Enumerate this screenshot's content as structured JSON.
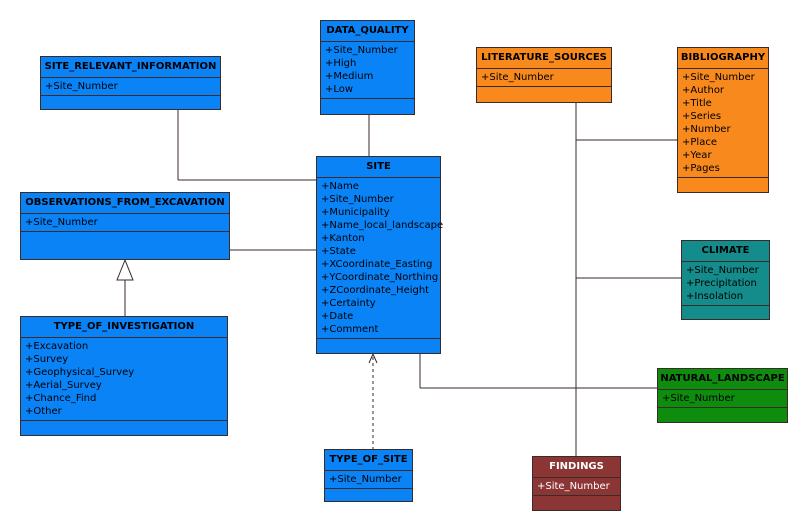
{
  "classes": {
    "site": {
      "name": "SITE",
      "attributes": [
        "+Name",
        "+Site_Number",
        "+Municipality",
        "+Name_local_landscape",
        "+Kanton",
        "+State",
        "+XCoordinate_Easting",
        "+YCoordinate_Northing",
        "+ZCoordinate_Height",
        "+Certainty",
        "+Date",
        "+Comment"
      ]
    },
    "data_quality": {
      "name": "DATA_QUALITY",
      "attributes": [
        "+Site_Number",
        "+High",
        "+Medium",
        "+Low"
      ]
    },
    "site_relevant_information": {
      "name": "SITE_RELEVANT_INFORMATION",
      "attributes": [
        "+Site_Number"
      ]
    },
    "observations_from_excavation": {
      "name": "OBSERVATIONS_FROM_EXCAVATION",
      "attributes": [
        "+Site_Number"
      ]
    },
    "type_of_investigation": {
      "name": "TYPE_OF_INVESTIGATION",
      "attributes": [
        "+Excavation",
        "+Survey",
        "+Geophysical_Survey",
        "+Aerial_Survey",
        "+Chance_Find",
        "+Other"
      ]
    },
    "type_of_site": {
      "name": "TYPE_OF_SITE",
      "attributes": [
        "+Site_Number"
      ]
    },
    "literature_sources": {
      "name": "LITERATURE_SOURCES",
      "attributes": [
        "+Site_Number"
      ]
    },
    "bibliography": {
      "name": "BIBLIOGRAPHY",
      "attributes": [
        "+Site_Number",
        "+Author",
        "+Title",
        "+Series",
        "+Number",
        "+Place",
        "+Year",
        "+Pages"
      ]
    },
    "climate": {
      "name": "CLIMATE",
      "attributes": [
        "+Site_Number",
        "+Precipitation",
        "+Insolation"
      ]
    },
    "natural_landscape": {
      "name": "NATURAL_LANDSCAPE",
      "attributes": [
        "+Site_Number"
      ]
    },
    "findings": {
      "name": "FINDINGS",
      "attributes": [
        "+Site_Number"
      ]
    }
  },
  "colors": {
    "site": "#0a83f7",
    "literature": "#f7891d",
    "climate": "#148c8c",
    "landscape": "#0d8c0d",
    "findings": "#8c3535",
    "line": "#3a2a2a"
  }
}
